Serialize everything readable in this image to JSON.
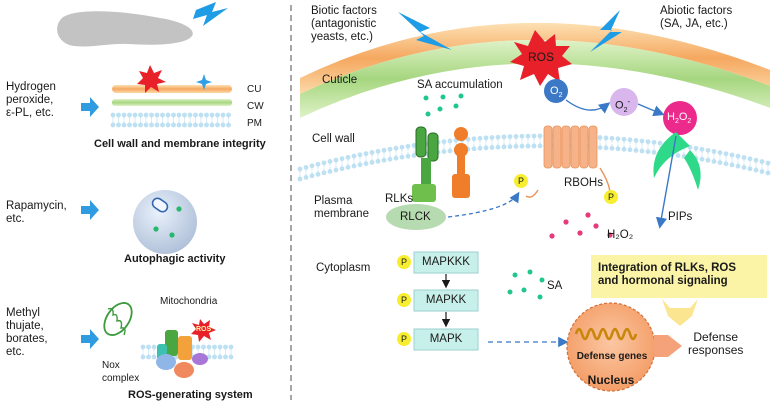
{
  "left_panel": {
    "treatments": [
      {
        "name": "Hydrogen\nperoxide,\nε-PL, etc."
      },
      {
        "name": "Rapamycin,\netc."
      },
      {
        "name": "Methyl\nthujate,\nborates,\netc."
      }
    ],
    "layers": {
      "cu": "CU",
      "cw": "CW",
      "pm": "PM"
    },
    "sections": [
      "Cell wall and membrane integrity",
      "Autophagic activity",
      "ROS-generating system"
    ],
    "mitochondria_label": "Mitochondria",
    "nox_label": "Nox\ncomplex",
    "ros_small": "ROS"
  },
  "right_panel": {
    "biotic": "Biotic factors\n(antagonistic\nyeasts, etc.)",
    "abiotic": "Abiotic factors\n(SA, JA, etc.)",
    "ros": "ROS",
    "o2": "O",
    "o2_sub": "2",
    "superoxide": "O",
    "superoxide_sub": "2",
    "superoxide_sup": "-",
    "h2o2_main": "H",
    "h2o2_sub1": "2",
    "h2o2_o": "O",
    "h2o2_sub2": "2",
    "cuticle": "Cuticle",
    "sa_accumulation": "SA accumulation",
    "cell_wall": "Cell wall",
    "plasma_membrane": "Plasma\nmembrane",
    "rlks": "RLKs",
    "rlck": "RLCK",
    "rbohs": "RBOHs",
    "pips": "PIPs",
    "h2o2_lower": "H₂O₂",
    "cytoplasm": "Cytoplasm",
    "p": "P",
    "kinases": [
      "MAPKKK",
      "MAPKK",
      "MAPK"
    ],
    "sa": "SA",
    "integration": "Integration of RLKs, ROS\nand hormonal signaling",
    "defense_responses": "Defense\nresponses",
    "defense_genes": "Defense genes",
    "nucleus": "Nucleus"
  },
  "colors": {
    "arrow": "#2f9be0",
    "lightning": "#1e9ce6",
    "ros_star": "#e8202a",
    "rlks_green": "#4aa640",
    "orange": "#f07d2a",
    "rboh": "#f6b288",
    "membrane": "#bde0f2",
    "cuticle_orange": "#f5b070",
    "cellwall_green": "#9ad17a",
    "cytoplasm_dots": "#1fc88a",
    "h2o2_dots": "#e63a7a",
    "kinase_box": "#c8f0ea",
    "p_circle": "#f7ee30",
    "integration_box": "#fbf4a6",
    "nucleus": "#f7a978"
  }
}
